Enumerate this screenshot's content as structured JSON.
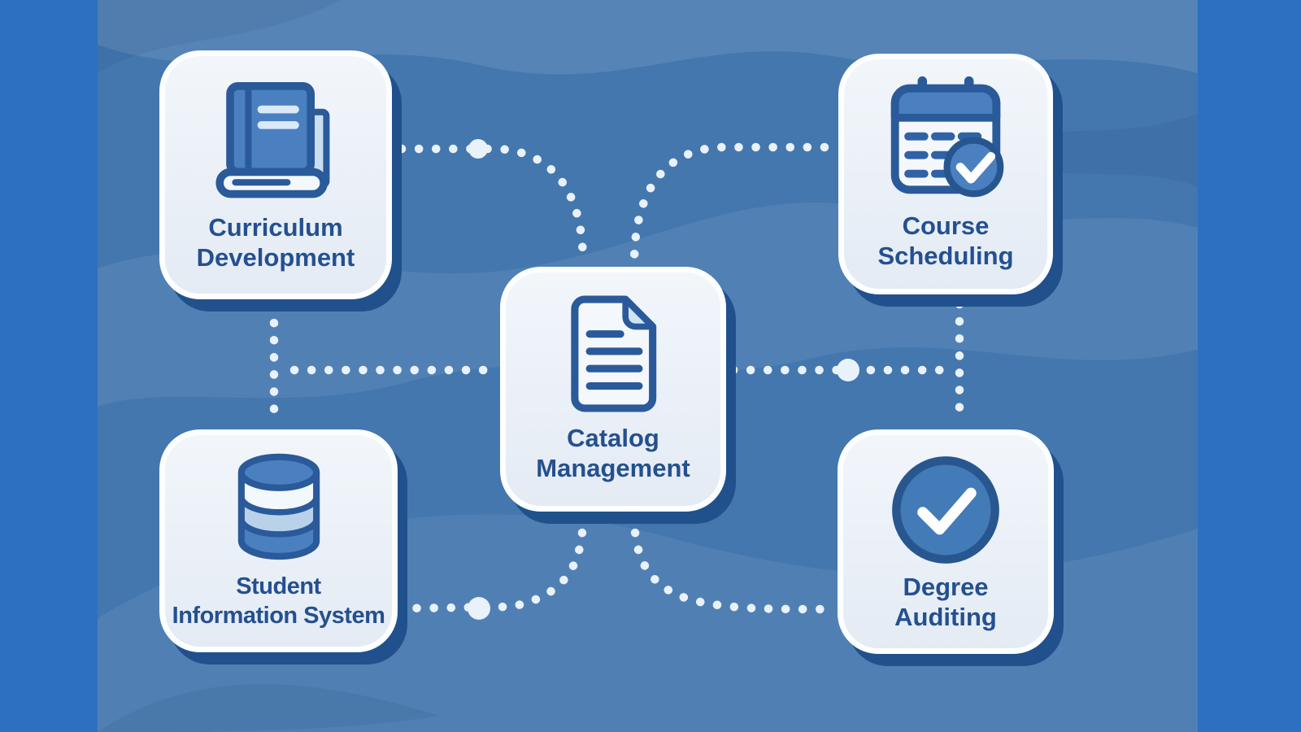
{
  "nodes": [
    {
      "id": "curriculum-development",
      "label_lines": [
        "Curriculum",
        "Development"
      ],
      "icon": "book-icon"
    },
    {
      "id": "course-scheduling",
      "label_lines": [
        "Course",
        "Scheduling"
      ],
      "icon": "calendar-check-icon"
    },
    {
      "id": "catalog-management",
      "label_lines": [
        "Catalog",
        "Management"
      ],
      "icon": "document-icon"
    },
    {
      "id": "student-information-system",
      "label_lines": [
        "Student",
        "Information System"
      ],
      "icon": "database-icon"
    },
    {
      "id": "degree-auditing",
      "label_lines": [
        "Degree",
        "Auditing"
      ],
      "icon": "check-circle-icon"
    }
  ],
  "connectors": [
    {
      "from": "curriculum-development",
      "to": "catalog-management",
      "style": "dotted"
    },
    {
      "from": "course-scheduling",
      "to": "catalog-management",
      "style": "dotted"
    },
    {
      "from": "curriculum-development",
      "to": "student-information-system",
      "style": "dotted"
    },
    {
      "from": "course-scheduling",
      "to": "degree-auditing",
      "style": "dotted"
    },
    {
      "from": "student-information-system",
      "to": "catalog-management",
      "style": "dotted"
    },
    {
      "from": "catalog-management",
      "to": "degree-auditing",
      "style": "dotted"
    }
  ],
  "palette": {
    "background_outer": "#2c70c1",
    "background_panel": "#4377ae",
    "node_fill": "#e9eff7",
    "node_border": "#fdfeff",
    "node_shadow": "#20518c",
    "label_text": "#24508f",
    "icon_fill": "#4a80c0",
    "icon_stroke": "#2a5a99",
    "icon_light_fill": "#cfe3f3",
    "connector_dots": "#e9f1fa"
  }
}
